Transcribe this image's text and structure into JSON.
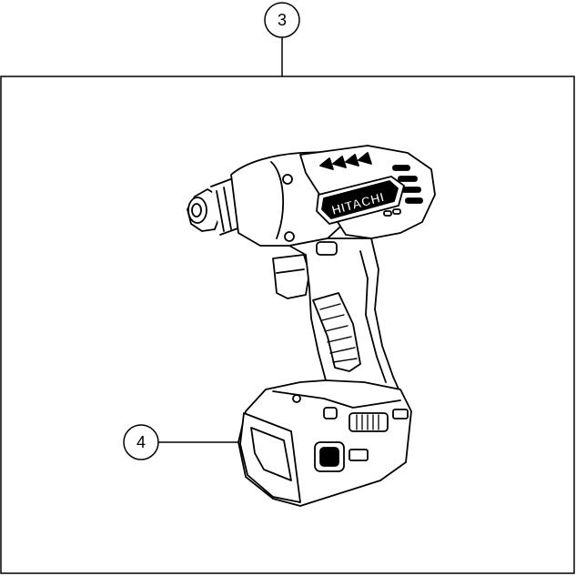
{
  "callouts": [
    {
      "id": "3",
      "label": "3"
    },
    {
      "id": "4",
      "label": "4"
    }
  ],
  "brand": {
    "logo_text": "HITACHI"
  },
  "colors": {
    "line": "#000000",
    "background": "#ffffff"
  }
}
